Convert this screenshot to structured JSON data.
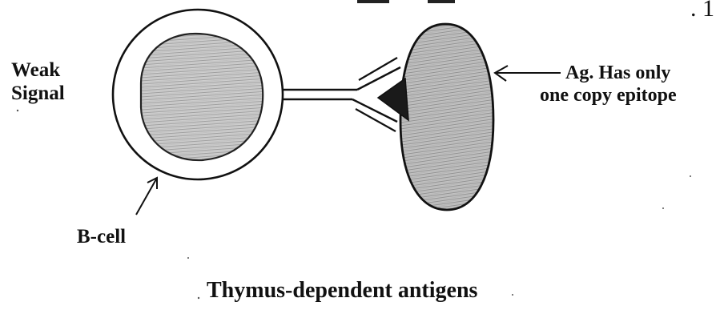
{
  "signal_label": {
    "line1": "Weak",
    "line2": "Signal"
  },
  "antigen_label": {
    "line1": "Ag. Has only",
    "line2": "one copy epitope"
  },
  "bcell_label": "B-cell",
  "caption": "Thymus-dependent antigens",
  "page_number_fragment": ". 1",
  "colors": {
    "ink": "#111111",
    "cell_fill": "#c8c8c8",
    "background": "#ffffff"
  }
}
